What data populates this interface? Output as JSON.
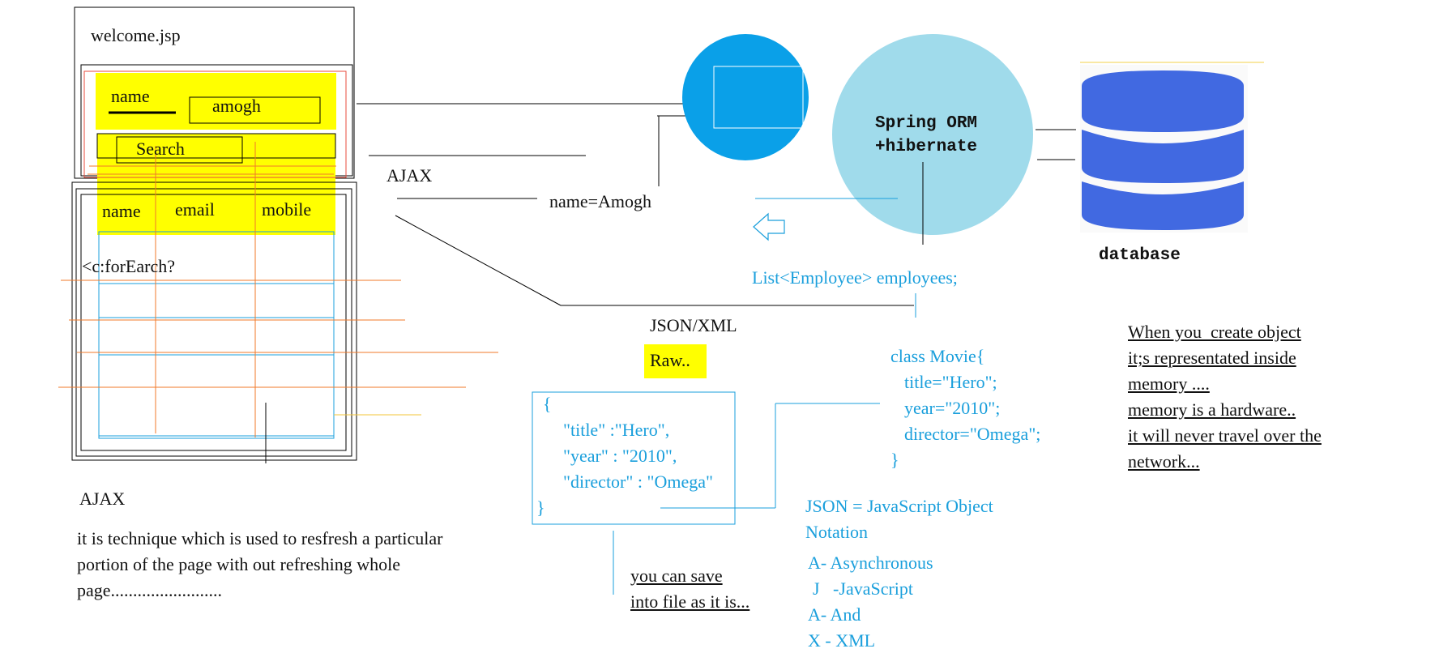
{
  "jsp": {
    "filename": "welcome.jsp",
    "name_label": "name",
    "name_value": "amogh",
    "search_label": "Search",
    "headers": [
      "name",
      "email",
      "mobile"
    ],
    "foreach": "<c:forEarch?"
  },
  "ajax_label": "AJAX",
  "request_param": "name=Amogh",
  "server": {
    "line1": "Spring ORM",
    "line2": "+hibernate"
  },
  "database_label": "database",
  "list_label": "List<Employee> employees;",
  "json_xml_label": "JSON/XML",
  "raw_label": "Raw..",
  "json_box": {
    "open": "{",
    "line1": "\"title\" :\"Hero\",",
    "line2": "\"year\" : \"2010\",",
    "line3": "\"director\" : \"Omega\"",
    "close": "}"
  },
  "class_movie": {
    "line1": "class Movie{",
    "line2": "title=\"Hero\";",
    "line3": "year=\"2010\";",
    "line4": "director=\"Omega\";",
    "line5": "}"
  },
  "json_def": {
    "line1": "JSON = JavaScript Object",
    "line2": "Notation"
  },
  "ajax_def": {
    "line1": "A- Asynchronous",
    "line2": "J   -JavaScript",
    "line3": "A- And",
    "line4": "X - XML"
  },
  "save_note": {
    "line1": "you can save",
    "line2": "into file as it is..."
  },
  "memory_note": {
    "line1": "When you  create object",
    "line2": "it;s representated inside",
    "line3": "memory ....",
    "line4": "memory is a hardware..",
    "line5": "it will never travel over the",
    "line6": "network..."
  },
  "ajax_desc": {
    "title": "AJAX",
    "line1": "it is technique which is used to resfresh a particular",
    "line2": "portion of the page with out refreshing whole",
    "line3": "page........................."
  },
  "colors": {
    "highlight": "#ffff00",
    "circle_small": "#0aa0e8",
    "circle_server": "#a0dbeb",
    "database": "#4169e1",
    "note_blue": "#1a9fdc",
    "grid_orange": "#f07a2a"
  }
}
